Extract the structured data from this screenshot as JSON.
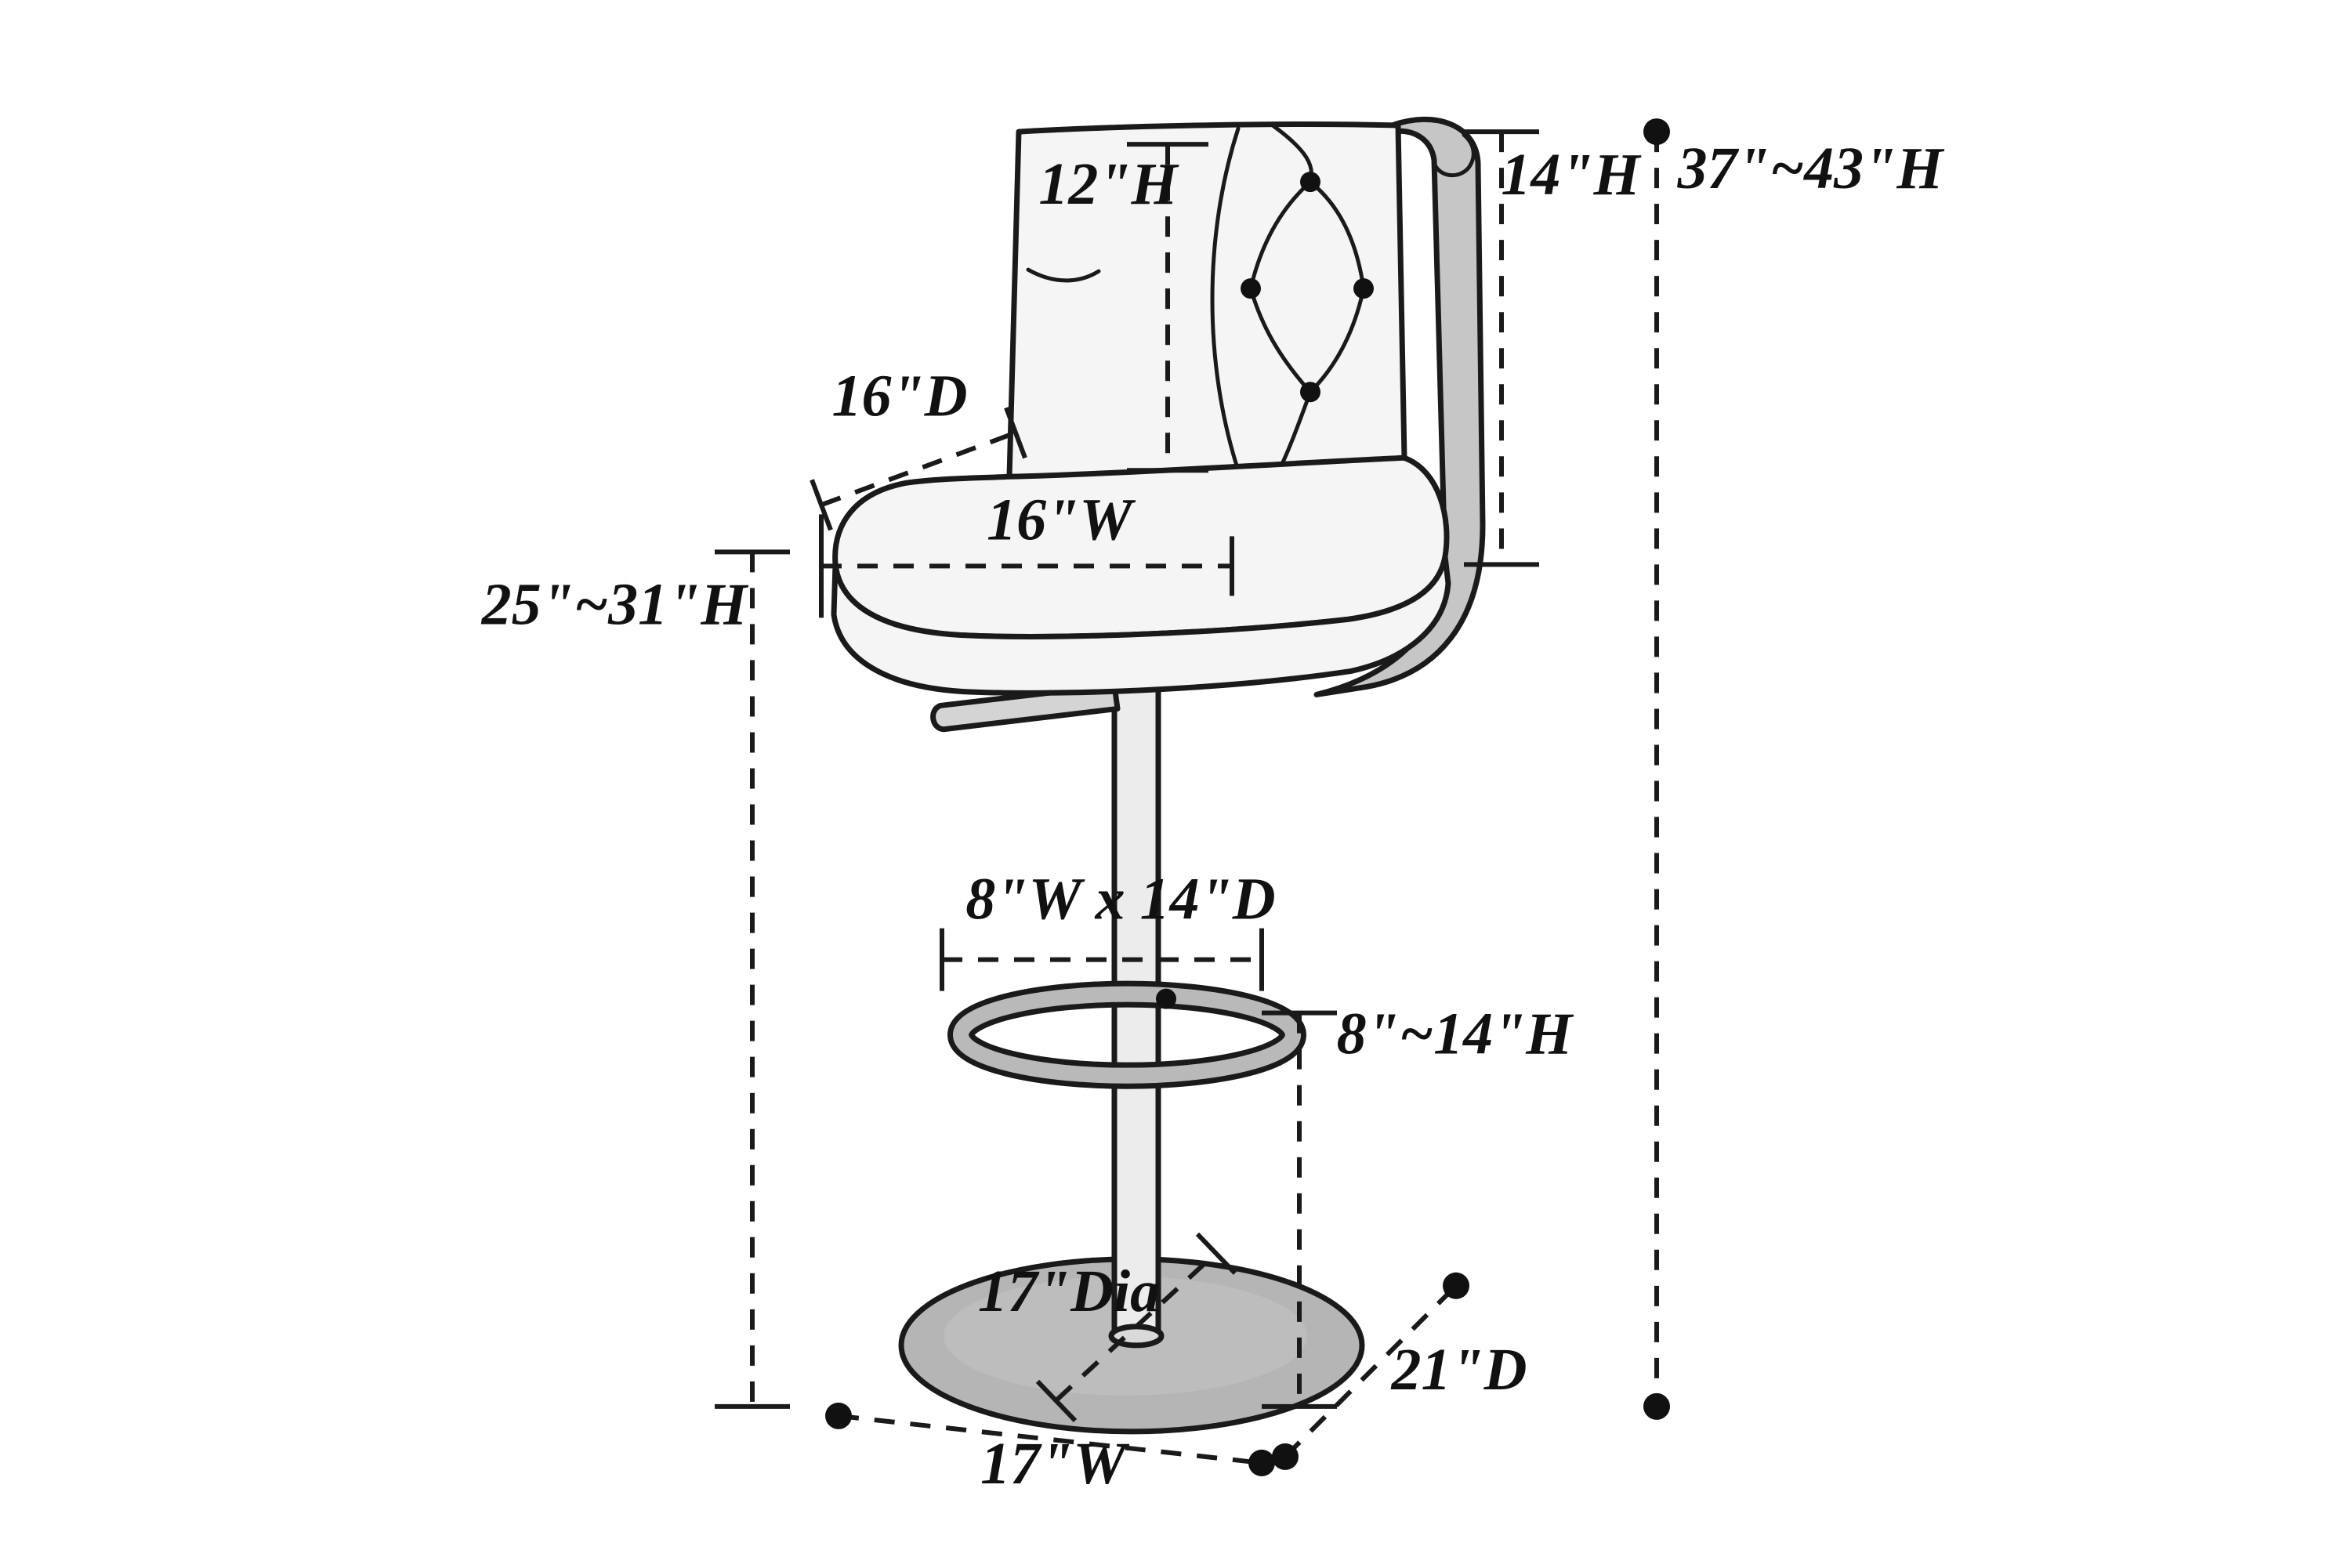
{
  "diagram": {
    "labels": {
      "back_cushion_height": "12\"H",
      "backrest_height": "14\"H",
      "overall_height": "37\"~43\"H",
      "seat_depth": "16\"D",
      "seat_width": "16\"W",
      "seat_height": "25\"~31\"H",
      "footrest_size": "8\"W x 14\"D",
      "footrest_height": "8\"~14\"H",
      "base_diameter": "17\"Dia",
      "base_depth": "21\"D",
      "base_width": "17\"W"
    },
    "colors": {
      "outline": "#1a1a1a",
      "upholstery": "#f5f5f5",
      "side_shade": "#c6c6c6",
      "metal": "#ececec",
      "footrest_ring": "#b9b9b9",
      "base": "#b5b5b5",
      "background": "#ffffff",
      "label_text": "#111111"
    }
  }
}
